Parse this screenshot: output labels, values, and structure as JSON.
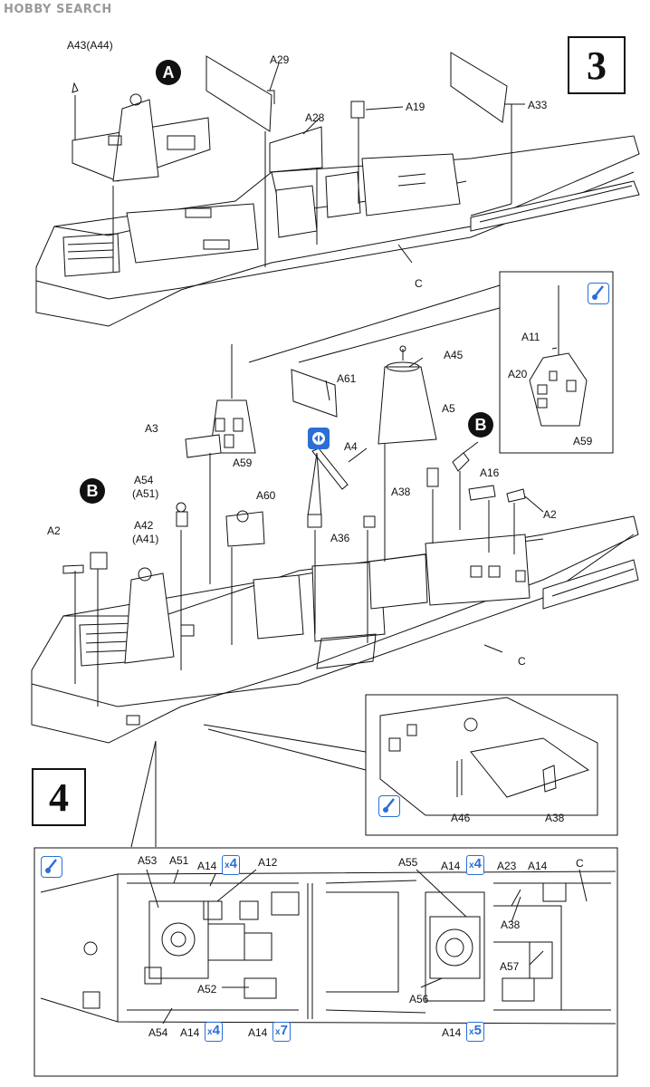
{
  "watermark": "HOBBY SEARCH",
  "steps": {
    "step3": "3",
    "step4": "4"
  },
  "markers": {
    "a": "A",
    "b1": "B",
    "b2": "B"
  },
  "labels": {
    "a43": "A43(A44)",
    "a29": "A29",
    "a28": "A28",
    "a19": "A19",
    "a33": "A33",
    "c1": "C",
    "a11": "A11",
    "a20": "A20",
    "a59_detail": "A59",
    "a61": "A61",
    "a45": "A45",
    "a5": "A5",
    "a4": "A4",
    "a3": "A3",
    "a59": "A59",
    "a54": "A54",
    "a51_paren": "(A51)",
    "a42": "A42",
    "a41_paren": "(A41)",
    "a60": "A60",
    "a2_left": "A2",
    "a38": "A38",
    "a16": "A16",
    "a2_right": "A2",
    "a36": "A36",
    "c2": "C",
    "a46": "A46",
    "a38_detail": "A38",
    "b_a53": "A53",
    "b_a51": "A51",
    "b_a14_1": "A14",
    "b_a12": "A12",
    "b_a55": "A55",
    "b_a14_2": "A14",
    "b_a23": "A23",
    "b_a14_3": "A14",
    "b_c": "C",
    "b_a38": "A38",
    "b_a57": "A57",
    "b_a52": "A52",
    "b_a56": "A56",
    "b_a54": "A54",
    "b_a14_4": "A14",
    "b_a14_5": "A14",
    "b_a14_6": "A14"
  },
  "multipliers": {
    "m1": {
      "x": "x",
      "n": "4"
    },
    "m2": {
      "x": "x",
      "n": "4"
    },
    "m3": {
      "x": "x",
      "n": "4"
    },
    "m4": {
      "x": "x",
      "n": "7"
    },
    "m5": {
      "x": "x",
      "n": "5"
    }
  },
  "icons": {
    "glue": "glue-brush-icon",
    "symmetry": "mirror-symmetry-icon"
  },
  "colors": {
    "accent": "#2a6fd6",
    "ink": "#111111",
    "watermark": "#9a9a9a"
  }
}
